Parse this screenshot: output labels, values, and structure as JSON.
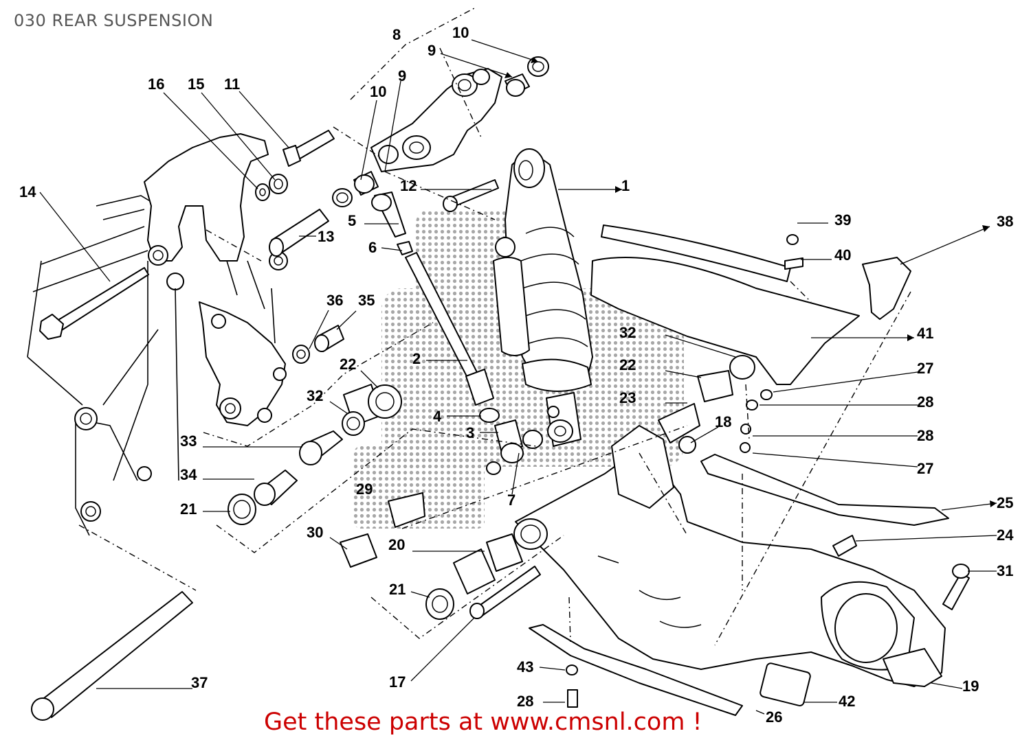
{
  "title": "030 REAR SUSPENSION",
  "footer": "Get these parts at www.cmsnl.com !",
  "colors": {
    "title": "#555555",
    "footer": "#cc0000",
    "line": "#000000",
    "watermark": "#9a9a9a"
  },
  "callouts": [
    {
      "id": "c8",
      "text": "8"
    },
    {
      "id": "c10a",
      "text": "10"
    },
    {
      "id": "c9a",
      "text": "9"
    },
    {
      "id": "c9b",
      "text": "9"
    },
    {
      "id": "c10b",
      "text": "10"
    },
    {
      "id": "c16",
      "text": "16"
    },
    {
      "id": "c15",
      "text": "15"
    },
    {
      "id": "c11",
      "text": "11"
    },
    {
      "id": "c12",
      "text": "12"
    },
    {
      "id": "c1",
      "text": "1"
    },
    {
      "id": "c14",
      "text": "14"
    },
    {
      "id": "c5",
      "text": "5"
    },
    {
      "id": "c13",
      "text": "13"
    },
    {
      "id": "c6",
      "text": "6"
    },
    {
      "id": "c39",
      "text": "39"
    },
    {
      "id": "c40",
      "text": "40"
    },
    {
      "id": "c38",
      "text": "38"
    },
    {
      "id": "c36",
      "text": "36"
    },
    {
      "id": "c35",
      "text": "35"
    },
    {
      "id": "c32a",
      "text": "32"
    },
    {
      "id": "c41",
      "text": "41"
    },
    {
      "id": "c22a",
      "text": "22"
    },
    {
      "id": "c2",
      "text": "2"
    },
    {
      "id": "c22b",
      "text": "22"
    },
    {
      "id": "c27a",
      "text": "27"
    },
    {
      "id": "c32b",
      "text": "32"
    },
    {
      "id": "c23",
      "text": "23"
    },
    {
      "id": "c28a",
      "text": "28"
    },
    {
      "id": "c4",
      "text": "4"
    },
    {
      "id": "c18",
      "text": "18"
    },
    {
      "id": "c33",
      "text": "33"
    },
    {
      "id": "c3",
      "text": "3"
    },
    {
      "id": "c28b",
      "text": "28"
    },
    {
      "id": "c27b",
      "text": "27"
    },
    {
      "id": "c34",
      "text": "34"
    },
    {
      "id": "c29",
      "text": "29"
    },
    {
      "id": "c7",
      "text": "7"
    },
    {
      "id": "c25",
      "text": "25"
    },
    {
      "id": "c21a",
      "text": "21"
    },
    {
      "id": "c30",
      "text": "30"
    },
    {
      "id": "c20",
      "text": "20"
    },
    {
      "id": "c24",
      "text": "24"
    },
    {
      "id": "c31",
      "text": "31"
    },
    {
      "id": "c21b",
      "text": "21"
    },
    {
      "id": "c43",
      "text": "43"
    },
    {
      "id": "c37",
      "text": "37"
    },
    {
      "id": "c17",
      "text": "17"
    },
    {
      "id": "c19",
      "text": "19"
    },
    {
      "id": "c28c",
      "text": "28"
    },
    {
      "id": "c42",
      "text": "42"
    },
    {
      "id": "c26",
      "text": "26"
    }
  ]
}
